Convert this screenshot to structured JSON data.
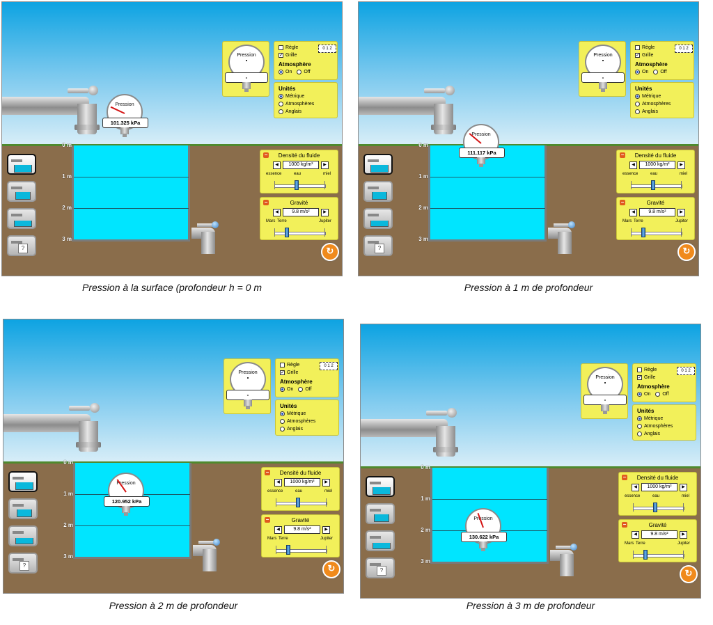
{
  "common": {
    "top_gauge": {
      "label": "Pression",
      "readout": "-"
    },
    "options": {
      "ruler_label": "Règle",
      "ruler_scale": "0 1 2",
      "grid_label": "Grille",
      "atmosphere_title": "Atmosphère",
      "atm_on": "On",
      "atm_off": "Off"
    },
    "units": {
      "title": "Unités",
      "metric": "Métrique",
      "atmospheres": "Atmosphères",
      "english": "Anglais"
    },
    "density": {
      "title": "Densité du fluide",
      "value": "1000 kg/m³",
      "tick_left": "essence",
      "tick_mid": "eau",
      "tick_right": "miel",
      "level": 0.45
    },
    "gravity": {
      "title": "Gravité",
      "value": "9.8 m/s²",
      "tick_left": "Mars",
      "tick_mid": "Terre",
      "tick_right": "Jupiter",
      "level": 0.25
    },
    "depth_labels": [
      "0 m",
      "1 m",
      "2 m",
      "3 m"
    ],
    "gauge_label": "Pression",
    "icons": {
      "reset": "reset-icon",
      "help": "?"
    },
    "colors": {
      "water": "#00e5ff",
      "panel": "#f2f05a",
      "needle": "#d41313"
    }
  },
  "panels": [
    {
      "reading": "101.325 kPa",
      "caption": "Pression à la surface (profondeur h = 0 m",
      "depth_m": 0
    },
    {
      "reading": "111.117 kPa",
      "caption": "Pression à 1 m de profondeur",
      "depth_m": 1
    },
    {
      "reading": "120.952 kPa",
      "caption": "Pression à 2 m de profondeur",
      "depth_m": 2
    },
    {
      "reading": "130.622 kPa",
      "caption": "Pression à 3 m de profondeur",
      "depth_m": 3
    }
  ]
}
